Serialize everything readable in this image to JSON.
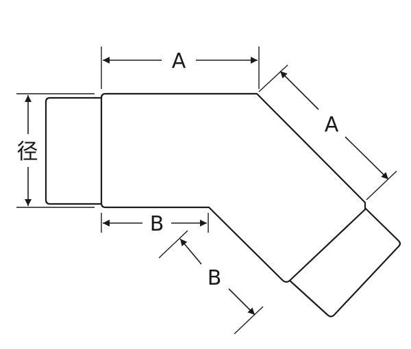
{
  "labels": {
    "dim_a_top": "A",
    "dim_a_diag": "A",
    "dim_b_bottom": "B",
    "dim_b_diag": "B",
    "diameter": "径"
  },
  "colors": {
    "line": "#1a1a1a",
    "background": "#ffffff"
  }
}
